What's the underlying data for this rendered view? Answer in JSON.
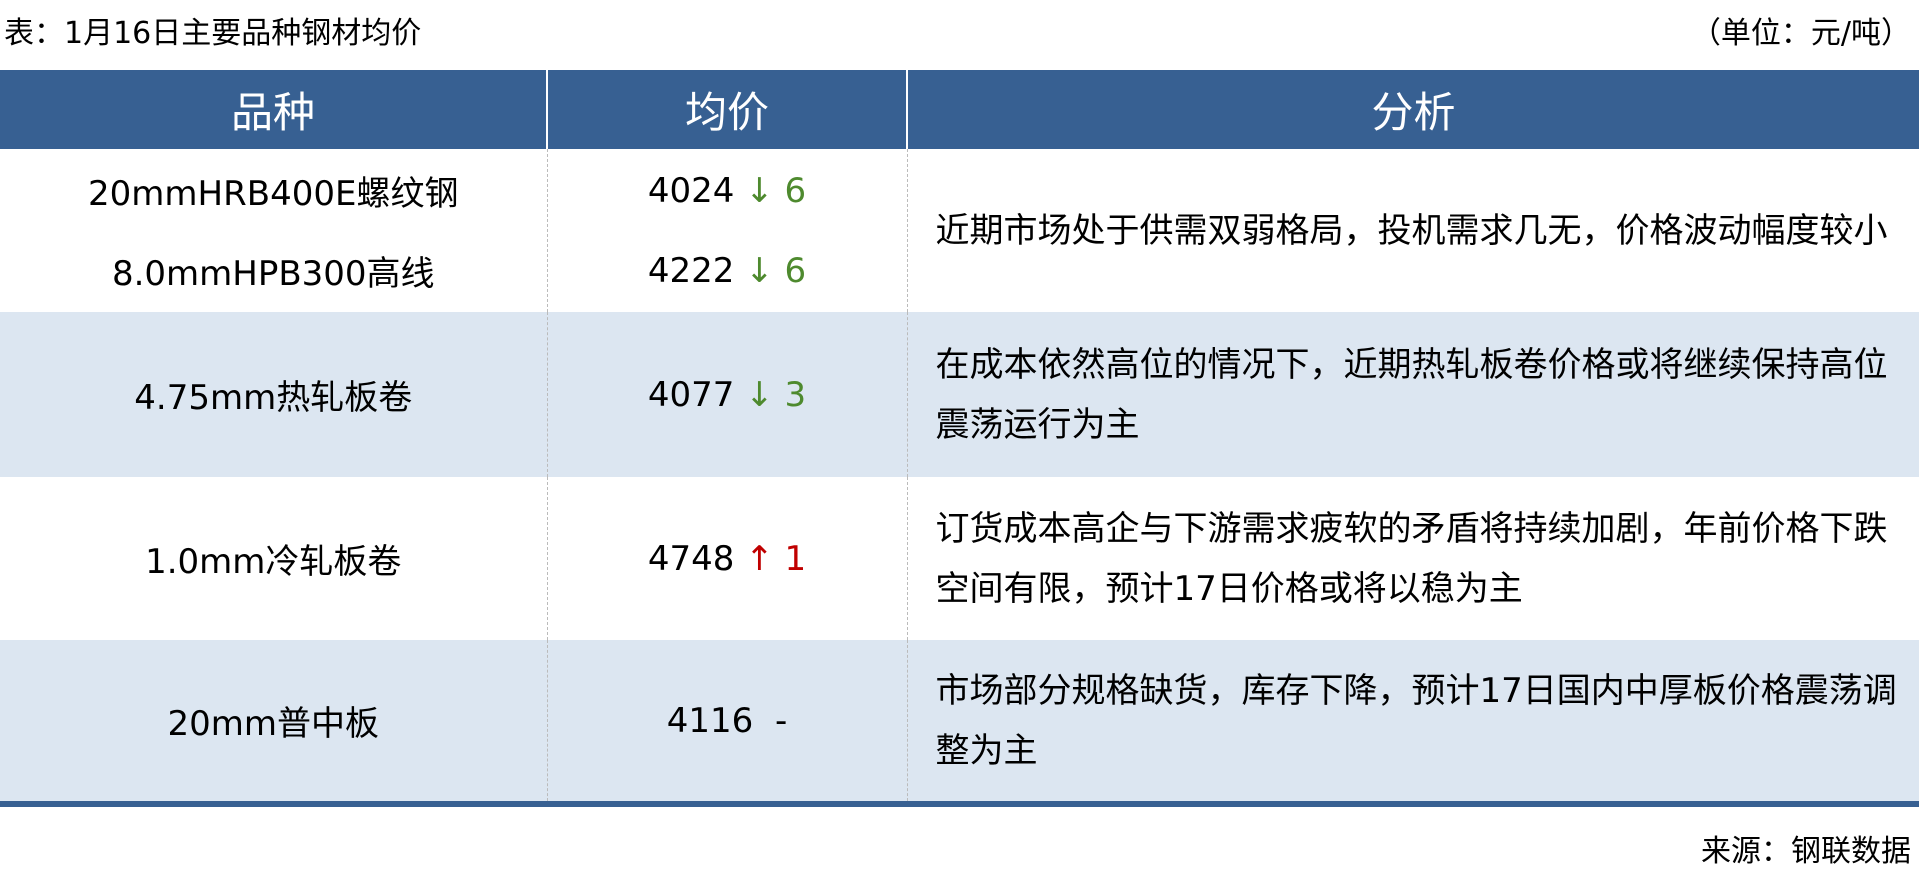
{
  "title": "表：1月16日主要品种钢材均价",
  "unit": "（单位：元/吨）",
  "headers": [
    "品种",
    "均价",
    "分析"
  ],
  "rows": [
    {
      "items": [
        {
          "name": "20mmHRB400E螺纹钢",
          "price": "4024",
          "arrow": "↓",
          "change": "6",
          "dir": "down"
        },
        {
          "name": "8.0mmHPB300高线",
          "price": "4222",
          "arrow": "↓",
          "change": "6",
          "dir": "down"
        }
      ],
      "analysis": "近期市场处于供需双弱格局，投机需求几无，价格波动幅度较小"
    },
    {
      "items": [
        {
          "name": "4.75mm热轧板卷",
          "price": "4077",
          "arrow": "↓",
          "change": "3",
          "dir": "down"
        }
      ],
      "analysis": "在成本依然高位的情况下，近期热轧板卷价格或将继续保持高位震荡运行为主"
    },
    {
      "items": [
        {
          "name": "1.0mm冷轧板卷",
          "price": "4748",
          "arrow": "↑",
          "change": "1",
          "dir": "up"
        }
      ],
      "analysis": "订货成本高企与下游需求疲软的矛盾将持续加剧，年前价格下跌空间有限，预计17日价格或将以稳为主"
    },
    {
      "items": [
        {
          "name": "20mm普中板",
          "price": "4116",
          "arrow": "",
          "change": "-",
          "dir": "flat"
        }
      ],
      "analysis": "市场部分规格缺货，库存下降，预计17日国内中厚板价格震荡调整为主"
    }
  ],
  "source": "来源：钢联数据",
  "colors": {
    "header": "#376092",
    "alt_row": "#dce6f1",
    "down": "#4e8a2e",
    "up": "#c00000"
  }
}
